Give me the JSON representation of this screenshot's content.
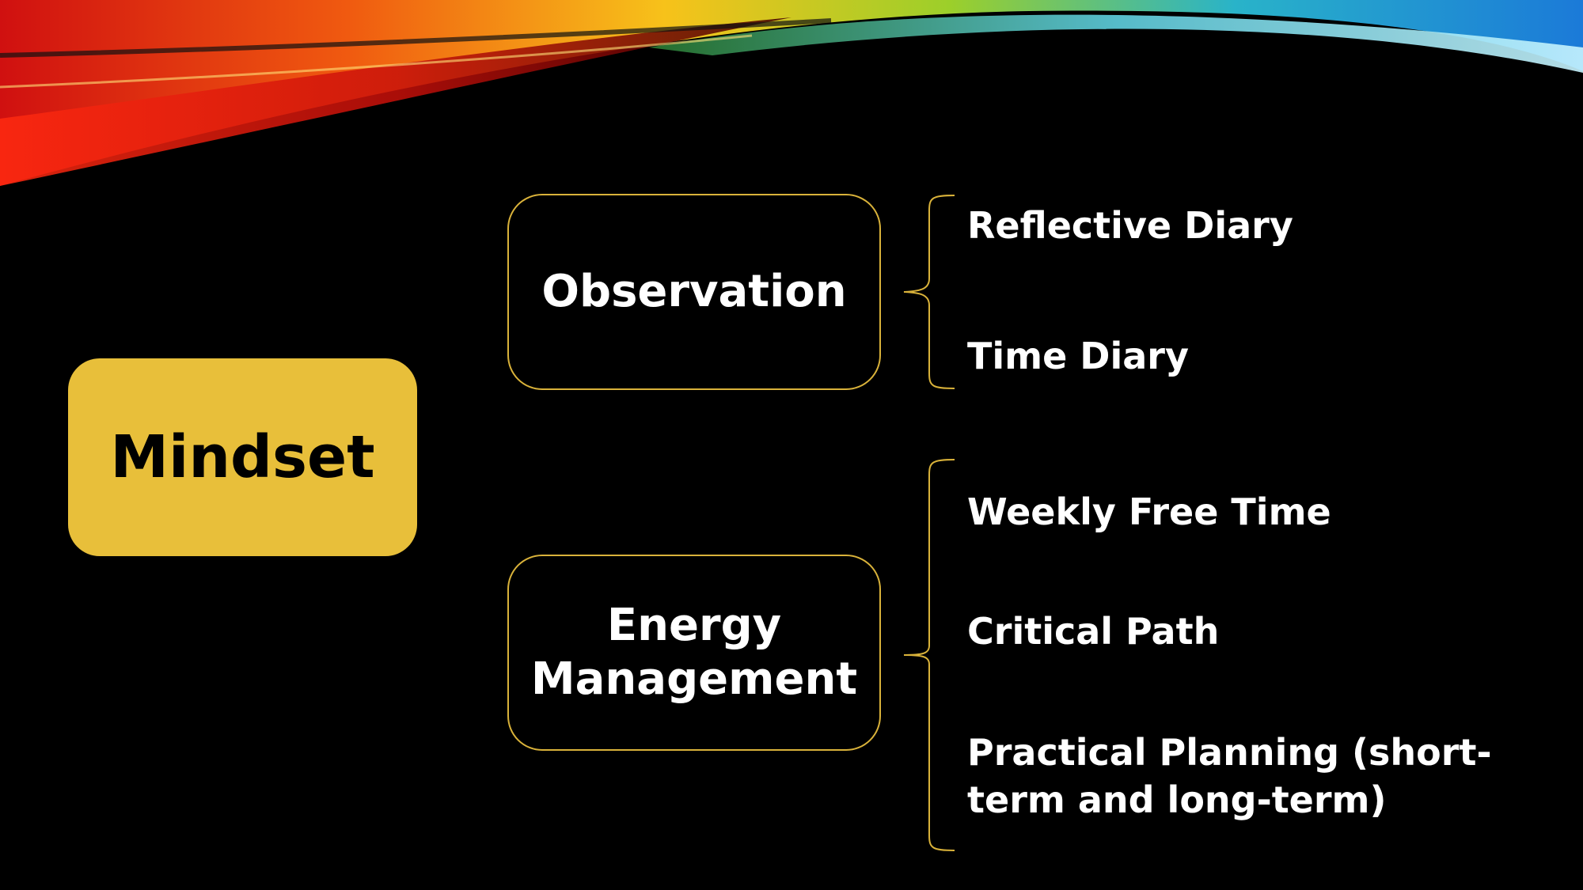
{
  "colors": {
    "background": "#000000",
    "root_fill": "#e8bf3a",
    "outline": "#d9b23a",
    "text_light": "#ffffff",
    "text_dark": "#000000"
  },
  "diagram": {
    "root": {
      "label": "Mindset"
    },
    "groups": [
      {
        "label": "Observation",
        "items": [
          "Reflective Diary",
          "Time Diary"
        ]
      },
      {
        "label": "Energy Management",
        "items": [
          "Weekly Free Time",
          "Critical Path",
          "Practical Planning (short-term and long-term)"
        ]
      }
    ]
  }
}
